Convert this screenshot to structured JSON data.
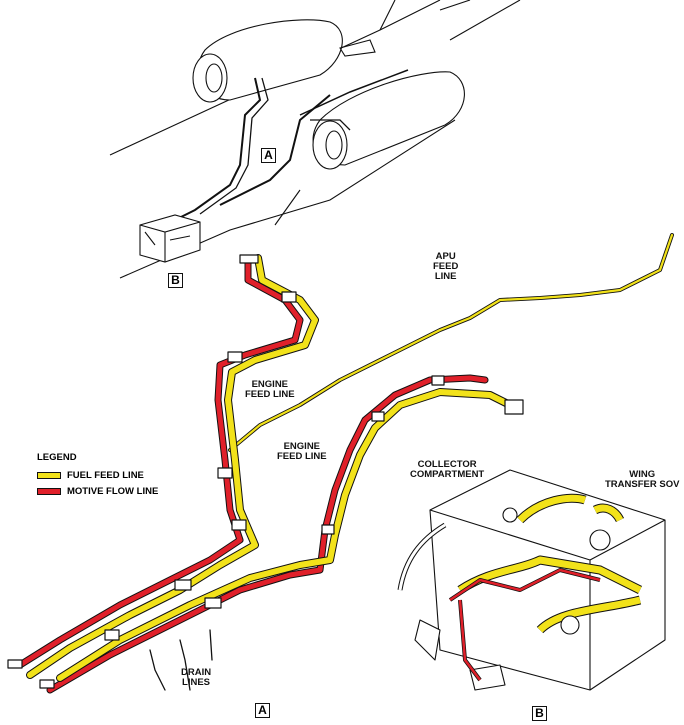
{
  "labels": {
    "apu_feed_line": [
      "APU",
      "FEED",
      "LINE"
    ],
    "engine_feed_line_1": [
      "ENGINE",
      "FEED LINE"
    ],
    "engine_feed_line_2": [
      "ENGINE",
      "FEED LINE"
    ],
    "collector_compartment": [
      "COLLECTOR",
      "COMPARTMENT"
    ],
    "wing_transfer_sov": [
      "WING",
      "TRANSFER SOV"
    ],
    "drain_lines": [
      "DRAIN",
      "LINES"
    ]
  },
  "detail_refs": {
    "top_a": "A",
    "top_b": "B",
    "bottom_a": "A",
    "bottom_b": "B"
  },
  "legend": {
    "title": "LEGEND",
    "items": [
      {
        "label": "FUEL FEED LINE",
        "color": "#f2e21a"
      },
      {
        "label": "MOTIVE FLOW LINE",
        "color": "#e0202a"
      }
    ]
  },
  "colors": {
    "fuel": "#f2e21a",
    "motive": "#e0202a",
    "outline": "#111111"
  }
}
